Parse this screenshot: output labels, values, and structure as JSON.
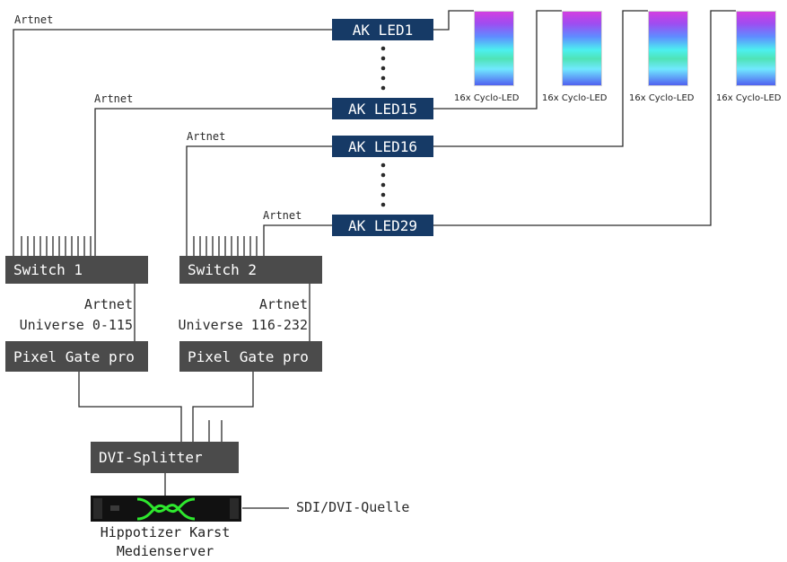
{
  "artnet_label": "Artnet",
  "controllers": {
    "first": "AK LED1",
    "second": "AK LED15",
    "third": "AK LED16",
    "fourth": "AK LED29"
  },
  "fixtures": {
    "label": "16x Cyclo-LED",
    "count_shown": 4
  },
  "switches": {
    "one": "Switch 1",
    "two": "Switch 2"
  },
  "universes": {
    "one": "Universe 0-115",
    "two": "Universe 116-232"
  },
  "pixel_gates": {
    "one": "Pixel Gate pro",
    "two": "Pixel Gate pro"
  },
  "splitter": "DVI-Splitter",
  "source": "SDI/DVI-Quelle",
  "server": {
    "line1": "Hippotizer Karst",
    "line2": "Medienserver"
  },
  "colors": {
    "controller_box": "#163a66",
    "device_box": "#4b4b4b",
    "server_glow": "#2ee82e"
  }
}
